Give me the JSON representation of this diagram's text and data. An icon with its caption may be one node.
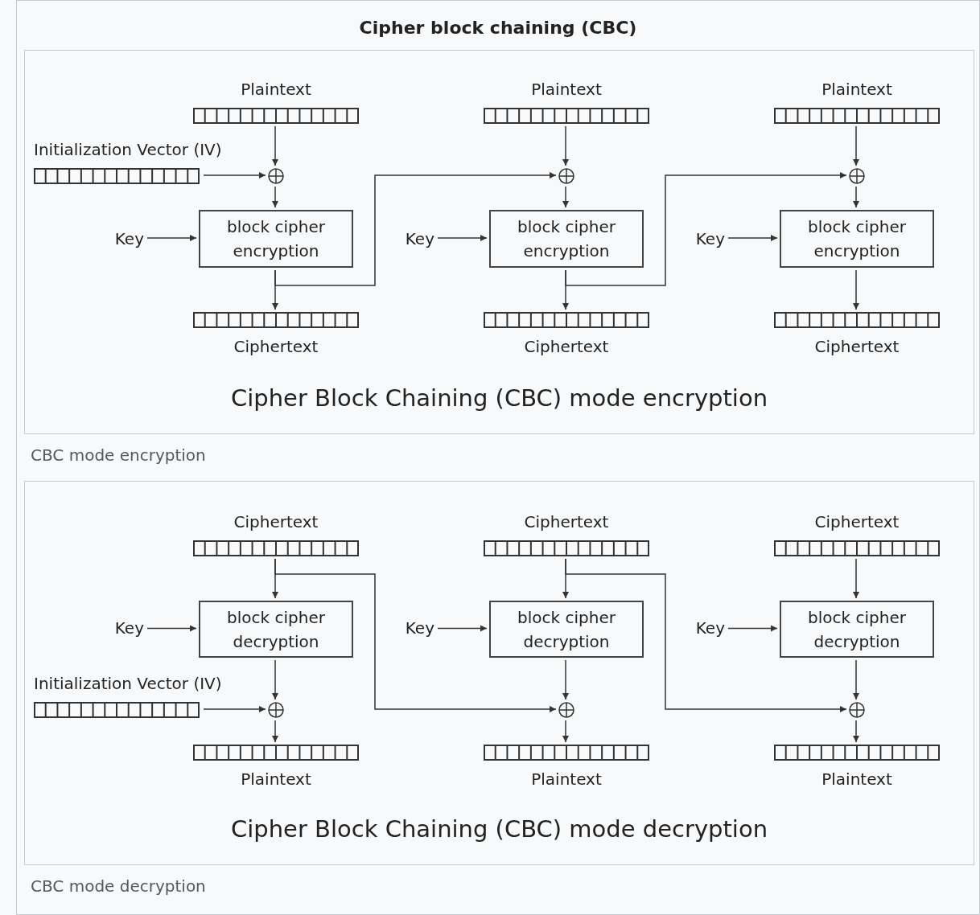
{
  "diagram": {
    "title": "Cipher block chaining (CBC)",
    "nodes": [
      {
        "text": [
          "Cipher Block Chaining (CBC) mode encryption"
        ],
        "beside": [
          "CBC mode encryption"
        ]
      },
      {
        "text": [
          "Initialization Vector (IV)"
        ],
        "in": 0
      },
      {
        "text": [
          "Plaintext"
        ],
        "in": 0
      },
      {
        "text": [],
        "shape": "circle",
        "in": 0
      },
      {
        "text": [
          "Key"
        ],
        "in": 0
      },
      {
        "text": [
          "block cipher encryption"
        ],
        "in": 0
      },
      {
        "text": [
          "Ciphertext"
        ],
        "in": 0
      },
      {
        "text": [
          "Plaintext"
        ],
        "in": 0
      },
      {
        "text": [],
        "shape": "circle",
        "in": 0
      },
      {
        "text": [
          "Key"
        ],
        "in": 0
      },
      {
        "text": [
          "block cipher encryption"
        ],
        "in": 0
      },
      {
        "text": [
          "Ciphertext"
        ],
        "in": 0
      },
      {
        "text": [
          "Plaintext"
        ],
        "in": 0
      },
      {
        "text": [],
        "shape": "circle",
        "in": 0
      },
      {
        "text": [
          "Key"
        ],
        "in": 0
      },
      {
        "text": [
          "block cipher encryption"
        ],
        "in": 0
      },
      {
        "text": [
          "Ciphertext"
        ],
        "in": 0
      },
      {
        "text": [
          "Cipher Block Chaining (CBC) mode decryption"
        ],
        "beside": [
          "CBC mode decryption"
        ]
      },
      {
        "text": [
          "Initialization Vector (IV)"
        ],
        "in": 17
      },
      {
        "text": [
          "Ciphertext"
        ],
        "in": 17
      },
      {
        "text": [
          "Key"
        ],
        "in": 17
      },
      {
        "text": [
          "block cipher decryption"
        ],
        "in": 17
      },
      {
        "text": [],
        "shape": "circle",
        "in": 17
      },
      {
        "text": [
          "Plaintext"
        ],
        "in": 17
      },
      {
        "text": [
          "Ciphertext"
        ],
        "in": 17
      },
      {
        "text": [
          "Key"
        ],
        "in": 17
      },
      {
        "text": [
          "block cipher decryption"
        ],
        "in": 17
      },
      {
        "text": [],
        "shape": "circle",
        "in": 17
      },
      {
        "text": [
          "Plaintext"
        ],
        "in": 17
      },
      {
        "text": [
          "Ciphertext"
        ],
        "in": 17
      },
      {
        "text": [
          "Key"
        ],
        "in": 17
      },
      {
        "text": [
          "block cipher decryption"
        ],
        "in": 17
      },
      {
        "text": [],
        "shape": "circle",
        "in": 17
      },
      {
        "text": [
          "Plaintext"
        ],
        "in": 17
      }
    ],
    "edges": [
      {
        "from": 2,
        "to": 3,
        "arrow": "to"
      },
      {
        "from": 1,
        "to": 3,
        "arrow": "to"
      },
      {
        "from": 3,
        "to": 5,
        "arrow": "to"
      },
      {
        "from": 4,
        "to": 5,
        "arrow": "to"
      },
      {
        "from": 5,
        "to": 6,
        "arrow": "to"
      },
      {
        "from": 5,
        "to": 8,
        "arrow": "to"
      },
      {
        "from": 7,
        "to": 8,
        "arrow": "to"
      },
      {
        "from": 8,
        "to": 10,
        "arrow": "to"
      },
      {
        "from": 9,
        "to": 10,
        "arrow": "to"
      },
      {
        "from": 10,
        "to": 11,
        "arrow": "to"
      },
      {
        "from": 10,
        "to": 13,
        "arrow": "to"
      },
      {
        "from": 12,
        "to": 13,
        "arrow": "to"
      },
      {
        "from": 13,
        "to": 15,
        "arrow": "to"
      },
      {
        "from": 14,
        "to": 15,
        "arrow": "to"
      },
      {
        "from": 15,
        "to": 16,
        "arrow": "to"
      },
      {
        "from": 19,
        "to": 21,
        "arrow": "to"
      },
      {
        "from": 20,
        "to": 21,
        "arrow": "to"
      },
      {
        "from": 21,
        "to": 22,
        "arrow": "to"
      },
      {
        "from": 18,
        "to": 22,
        "arrow": "to"
      },
      {
        "from": 22,
        "to": 23,
        "arrow": "to"
      },
      {
        "from": 19,
        "to": 27,
        "arrow": "to"
      },
      {
        "from": 24,
        "to": 26,
        "arrow": "to"
      },
      {
        "from": 25,
        "to": 26,
        "arrow": "to"
      },
      {
        "from": 26,
        "to": 27,
        "arrow": "to"
      },
      {
        "from": 27,
        "to": 28,
        "arrow": "to"
      },
      {
        "from": 24,
        "to": 32,
        "arrow": "to"
      },
      {
        "from": 29,
        "to": 31,
        "arrow": "to"
      },
      {
        "from": 30,
        "to": 31,
        "arrow": "to"
      },
      {
        "from": 31,
        "to": 32,
        "arrow": "to"
      },
      {
        "from": 32,
        "to": 33,
        "arrow": "to"
      }
    ]
  }
}
